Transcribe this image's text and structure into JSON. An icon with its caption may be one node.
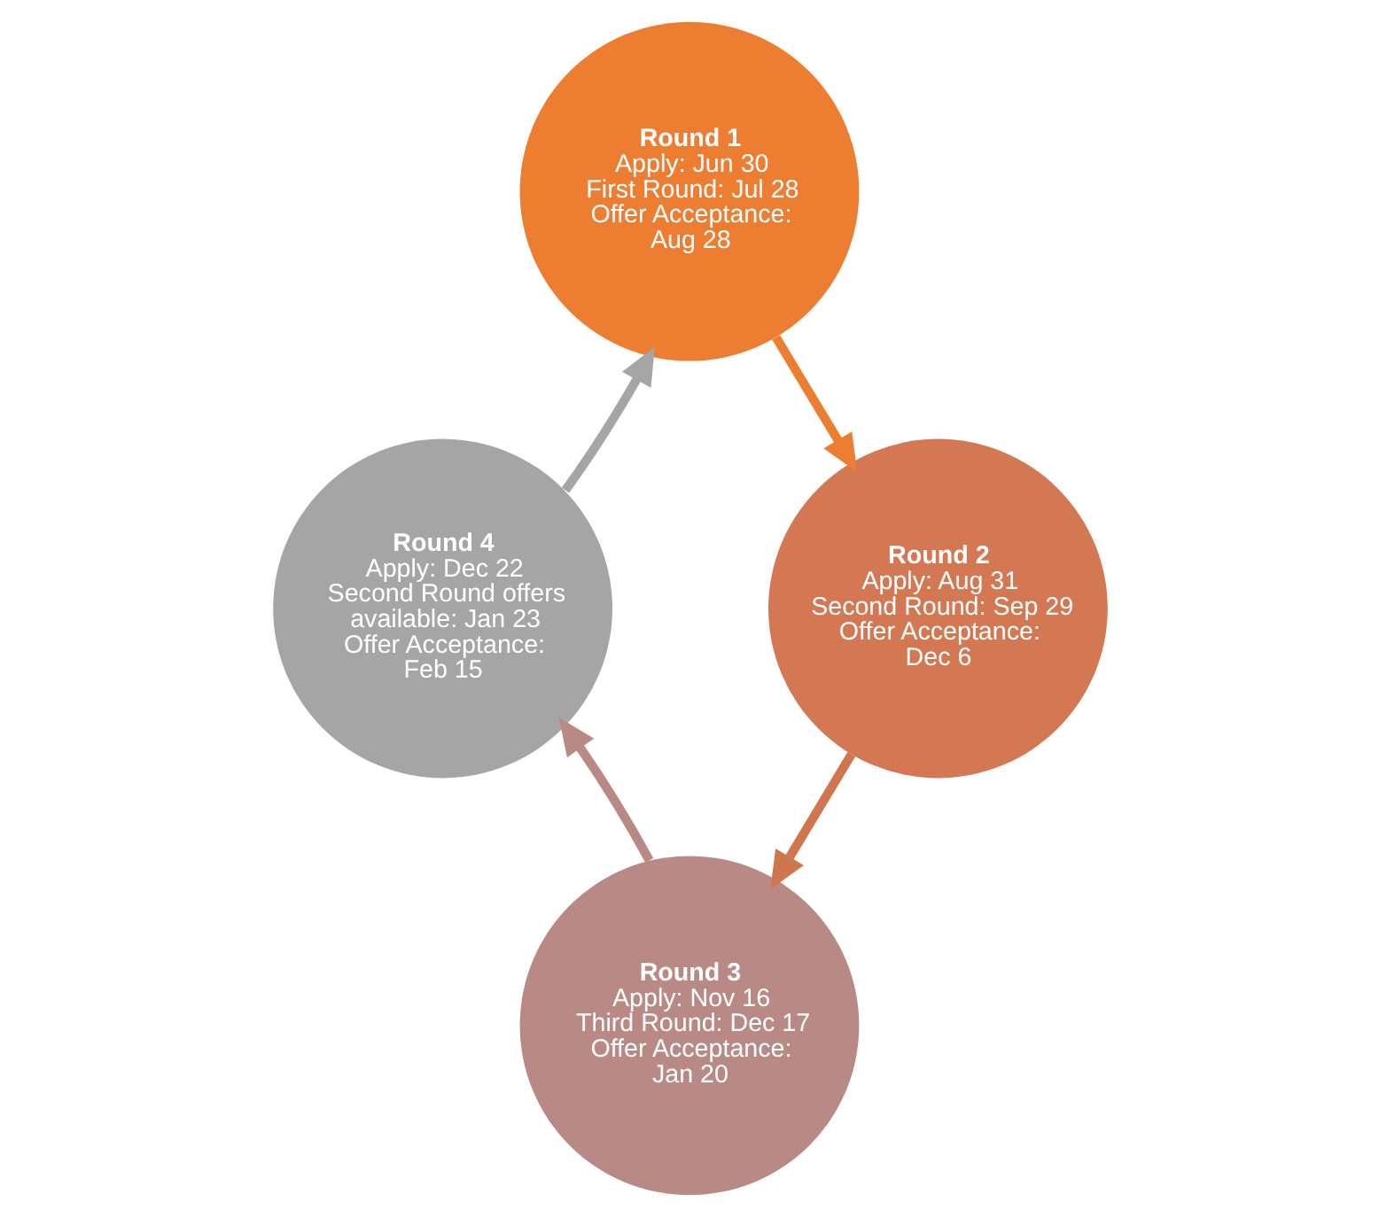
{
  "diagram": {
    "nodes": [
      {
        "text": [
          "Round 1",
          "Apply: Jun 30",
          "First Round: Jul 28",
          "Offer Acceptance: Aug 28"
        ]
      },
      {
        "text": [
          "Round 2",
          "Apply: Aug 31",
          "Second Round: Sep 29",
          "Offer Acceptance: Dec 6"
        ]
      },
      {
        "text": [
          "Round 3",
          "Apply: Nov 16",
          "Third Round: Dec 17",
          "Offer Acceptance: Jan 20"
        ]
      },
      {
        "text": [
          "Round 4",
          "Apply: Dec 22",
          "Second Round offers available: Jan 23",
          "Offer Acceptance: Feb 15"
        ]
      }
    ],
    "edges": [
      {
        "from": 0,
        "to": 1,
        "arrow": "to",
        "color": "#ed7d31"
      },
      {
        "from": 1,
        "to": 2,
        "arrow": "to",
        "color": "#d0764f"
      },
      {
        "from": 2,
        "to": 3,
        "arrow": "to",
        "color": "#b98a85"
      },
      {
        "from": 3,
        "to": 0,
        "arrow": "to",
        "color": "#a5a5a5"
      }
    ]
  }
}
